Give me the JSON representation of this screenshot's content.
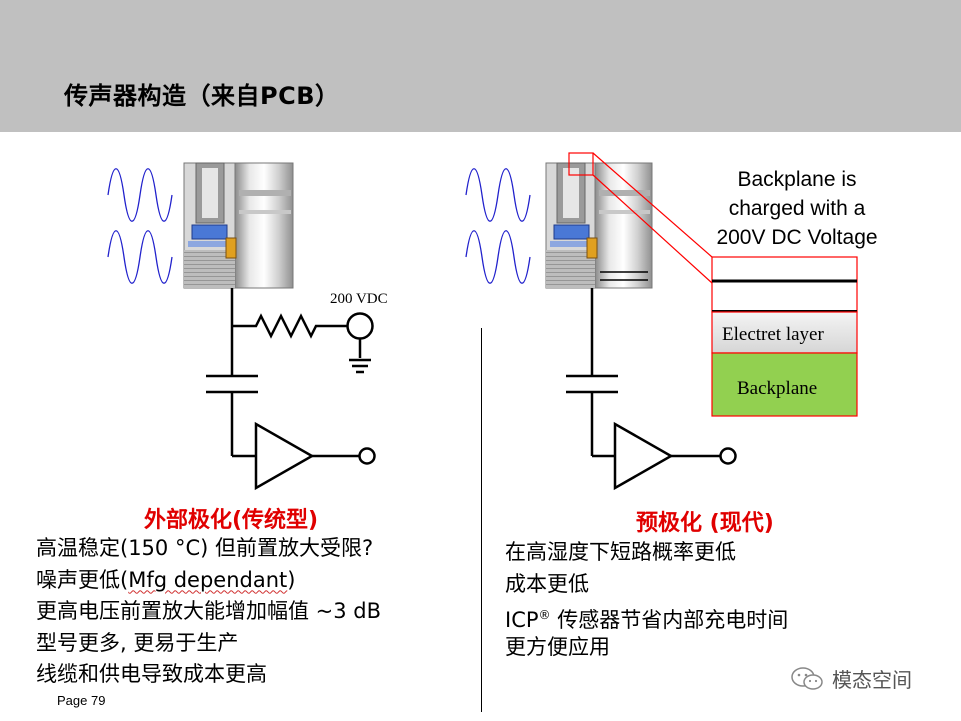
{
  "header": {
    "title": "传声器构造（来自PCB）"
  },
  "left": {
    "voltage_label": "200 VDC",
    "heading": "外部极化(传统型)",
    "bullets": [
      "高温稳定(150 °C) 但前置放大受限?",
      "噪声更低(",
      "Mfg dependant",
      ")",
      "更高电压前置放大能增加幅值 ~3 dB",
      "型号更多, 更易于生产",
      "线缆和供电导致成本更高"
    ]
  },
  "right": {
    "callout_text": [
      "Backplane is",
      "charged with a",
      "200V DC Voltage"
    ],
    "layers": {
      "electret": "Electret layer",
      "backplane": "Backplane"
    },
    "heading": "预极化 (现代)",
    "bullets": [
      "在高湿度下短路概率更低",
      "成本更低",
      "ICP",
      "®",
      " 传感器节省内部充电时间",
      "更方便应用"
    ]
  },
  "footer": {
    "page": "Page 79",
    "watermark": "模态空间"
  },
  "colors": {
    "header_bg": "#c0c0c0",
    "wave": "#2222cc",
    "heading": "#e00000",
    "backplane": "#92d050",
    "callout": "#ff0000"
  }
}
